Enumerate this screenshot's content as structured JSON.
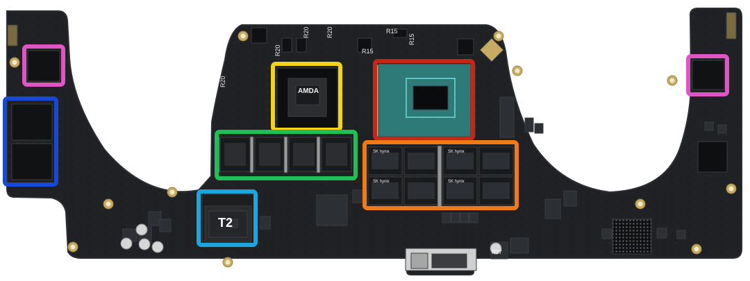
{
  "photo": {
    "board_color": "#1f2124",
    "board_edge_color": "#2b2e32",
    "pad_color": "#c7ab62",
    "chip_dark_color": "#111213",
    "chip_teal_color": "#2e7a78",
    "silicon_color": "#4d9b9a",
    "ram_color": "#191a1c"
  },
  "labels": {
    "gpu_brand": "AMDA",
    "t2_mark": "T2",
    "skhynix_brand": "SK hynix",
    "r15_a": "R15",
    "r15_b": "R15",
    "r15_c": "R15",
    "r20_a": "R20",
    "r20_b": "R20",
    "r20_c": "R20",
    "r20_d": "R20",
    "inductor_mark": "R27"
  },
  "highlights": [
    {
      "id": "left-magenta",
      "component": "left-side-chip",
      "color": "#e055c6"
    },
    {
      "id": "left-blue",
      "component": "left-storage-nand",
      "color": "#1848d8"
    },
    {
      "id": "gpu-yellow",
      "component": "amd-gpu",
      "color": "#f4d21a"
    },
    {
      "id": "cpu-red",
      "component": "cpu",
      "color": "#c72617"
    },
    {
      "id": "vram-green",
      "component": "gpu-memory",
      "color": "#1fbf56"
    },
    {
      "id": "ram-orange",
      "component": "system-memory",
      "color": "#f07b16"
    },
    {
      "id": "t2-cyan",
      "component": "t2-chip",
      "color": "#1ba7de"
    },
    {
      "id": "right-magenta",
      "component": "right-side-chip",
      "color": "#e055c6"
    }
  ]
}
